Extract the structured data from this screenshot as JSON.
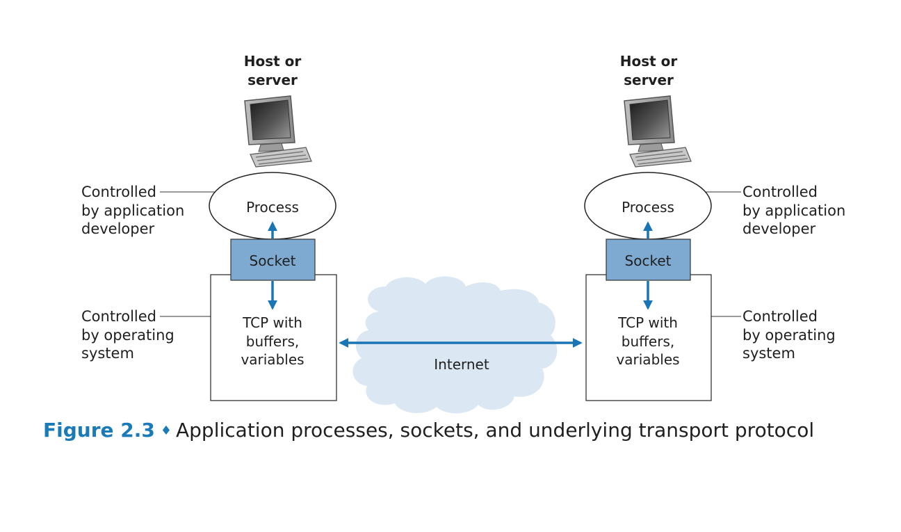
{
  "left_host": {
    "title_lines": [
      "Host or",
      "server"
    ],
    "process_label": "Process",
    "socket_label": "Socket",
    "tcp_lines": [
      "TCP with",
      "buffers,",
      "variables"
    ],
    "app_control_lines": [
      "Controlled",
      "by application",
      "developer"
    ],
    "os_control_lines": [
      "Controlled",
      "by operating",
      "system"
    ]
  },
  "right_host": {
    "title_lines": [
      "Host or",
      "server"
    ],
    "process_label": "Process",
    "socket_label": "Socket",
    "tcp_lines": [
      "TCP with",
      "buffers,",
      "variables"
    ],
    "app_control_lines": [
      "Controlled",
      "by application",
      "developer"
    ],
    "os_control_lines": [
      "Controlled",
      "by operating",
      "system"
    ]
  },
  "network_label": "Internet",
  "caption": {
    "number": "Figure 2.3",
    "separator": "♦",
    "text": "Application processes, sockets, and underlying transport protocol"
  },
  "colors": {
    "arrow": "#1a75b5",
    "socket_fill": "#7eaad1",
    "cloud_fill": "#dbe8f3",
    "caption_accent": "#1a7bb8"
  }
}
